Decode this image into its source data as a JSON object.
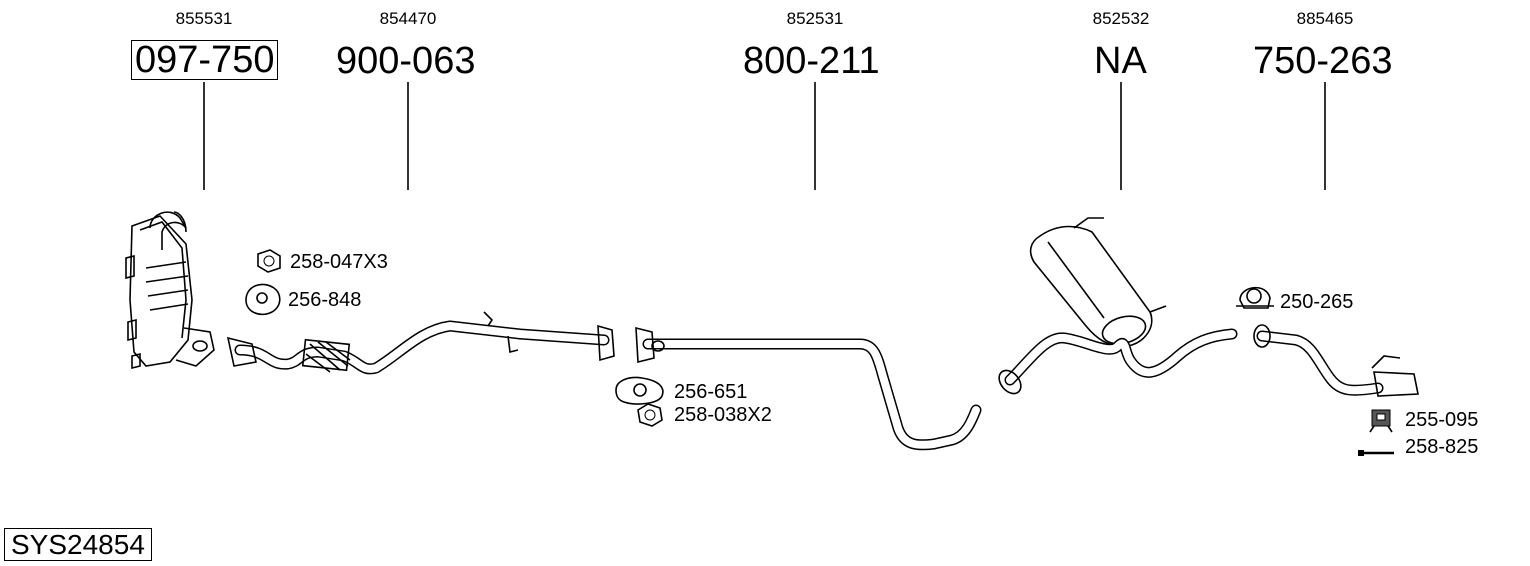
{
  "columns": [
    {
      "ref": "855531",
      "part": "097-750",
      "boxed": true
    },
    {
      "ref": "854470",
      "part": "900-063",
      "boxed": false
    },
    {
      "ref": "852531",
      "part": "800-211",
      "boxed": false
    },
    {
      "ref": "852532",
      "part": "NA",
      "boxed": false
    },
    {
      "ref": "885465",
      "part": "750-263",
      "boxed": false
    }
  ],
  "accessories": [
    {
      "label": "258-047X3",
      "icon": "nut-icon"
    },
    {
      "label": "256-848",
      "icon": "gasket-icon"
    },
    {
      "label": "256-651",
      "icon": "gasket-icon"
    },
    {
      "label": "258-038X2",
      "icon": "nut-icon"
    },
    {
      "label": "250-265",
      "icon": "clamp-icon"
    },
    {
      "label": "255-095",
      "icon": "rubber-mount-icon"
    },
    {
      "label": "258-825",
      "icon": "bolt-icon"
    }
  ],
  "system_id": "SYS24854"
}
